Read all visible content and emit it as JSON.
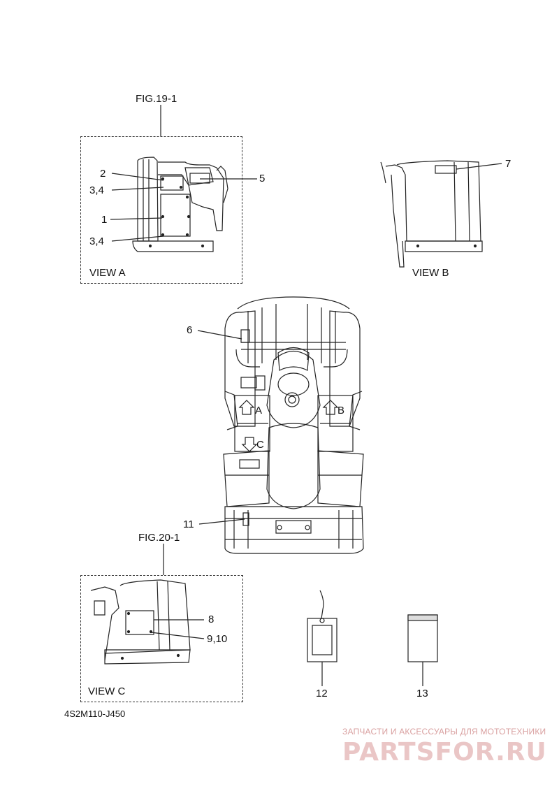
{
  "fig_refs": {
    "top": "FIG.19-1",
    "bottom": "FIG.20-1"
  },
  "views": {
    "a": "VIEW A",
    "b": "VIEW B",
    "c": "VIEW C"
  },
  "callouts": {
    "c1": "1",
    "c2": "2",
    "c34a": "3,4",
    "c34b": "3,4",
    "c5": "5",
    "c6": "6",
    "c7": "7",
    "c8": "8",
    "c910": "9,10",
    "c11": "11",
    "c12": "12",
    "c13": "13"
  },
  "arrows": {
    "a": "A",
    "b": "B",
    "c": "C"
  },
  "drawing_code": "4S2M110-J450",
  "watermark": {
    "tagline": "ЗАПЧАСТИ И АКСЕССУАРЫ ДЛЯ МОТОТЕХНИКИ",
    "logo": "PARTSFOR.RU"
  }
}
